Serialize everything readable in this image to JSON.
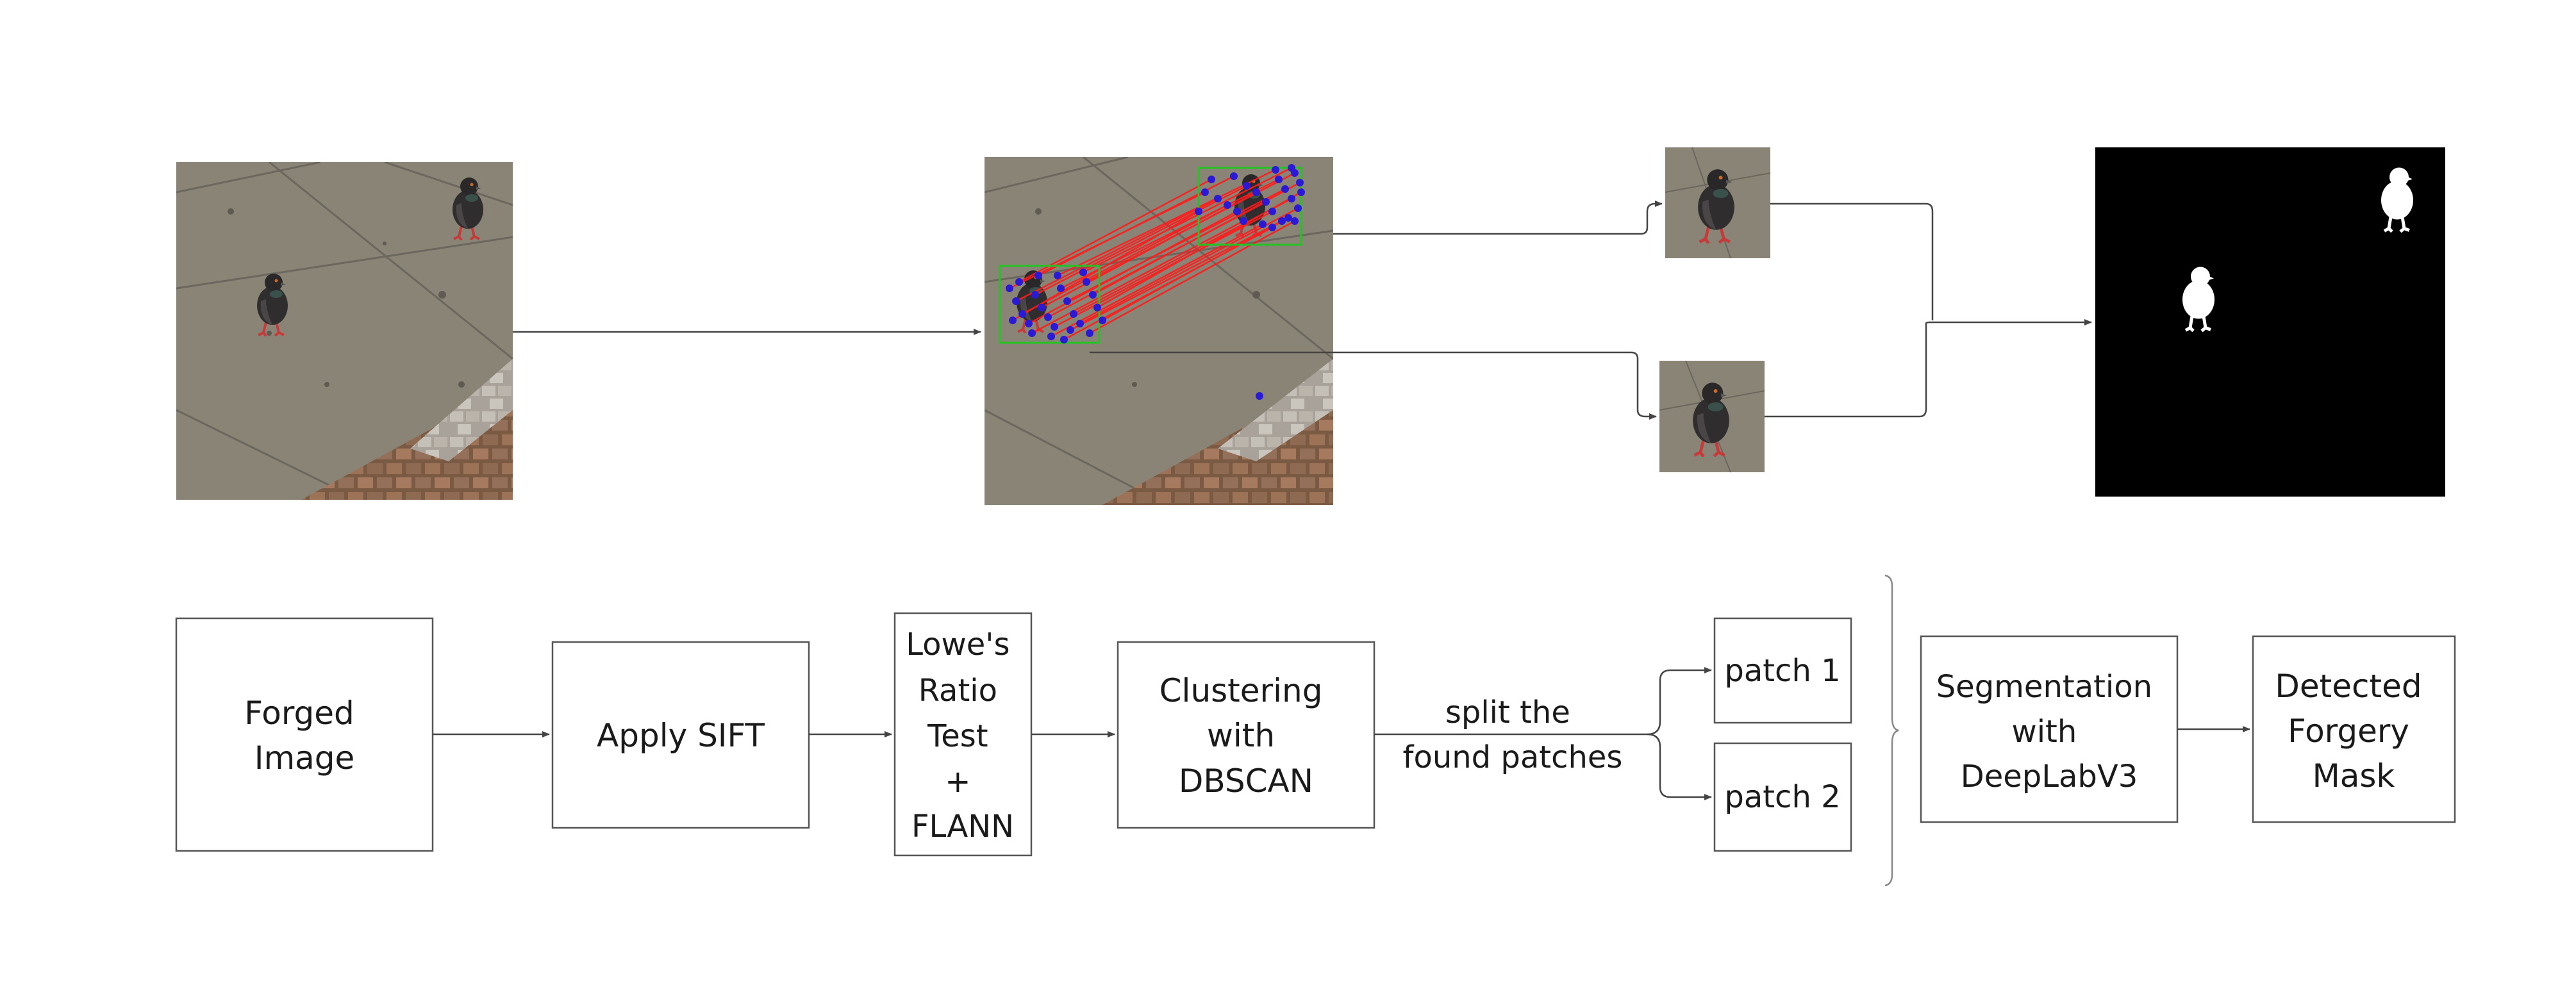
{
  "pipeline": {
    "forged_image": [
      "Forged",
      "Image"
    ],
    "apply_sift": "Apply SIFT",
    "ratio_test": [
      "Lowe's",
      "Ratio",
      "Test",
      "+",
      "FLANN"
    ],
    "clustering": [
      "Clustering",
      "with",
      "DBSCAN"
    ],
    "split_label": [
      "split the",
      "found patches"
    ],
    "patch1": "patch 1",
    "patch2": "patch 2",
    "segmentation": [
      "Segmentation",
      "with",
      "DeepLabV3"
    ],
    "detected_mask": [
      "Detected",
      "Forgery",
      "Mask"
    ]
  },
  "colors": {
    "stone": "#8a8476",
    "pigeon": "#2c2a2c",
    "match_line": "#ff1a1a",
    "keypoint": "#2a1ad6",
    "cluster_box": "#22c322",
    "mask_bg": "#000000",
    "mask_fg": "#ffffff",
    "box_stroke": "#555555",
    "arrow": "#444444"
  },
  "icons": [
    "pigeon-photo",
    "keypoint-matches",
    "bounding-box",
    "arrow-head",
    "curly-brace"
  ]
}
